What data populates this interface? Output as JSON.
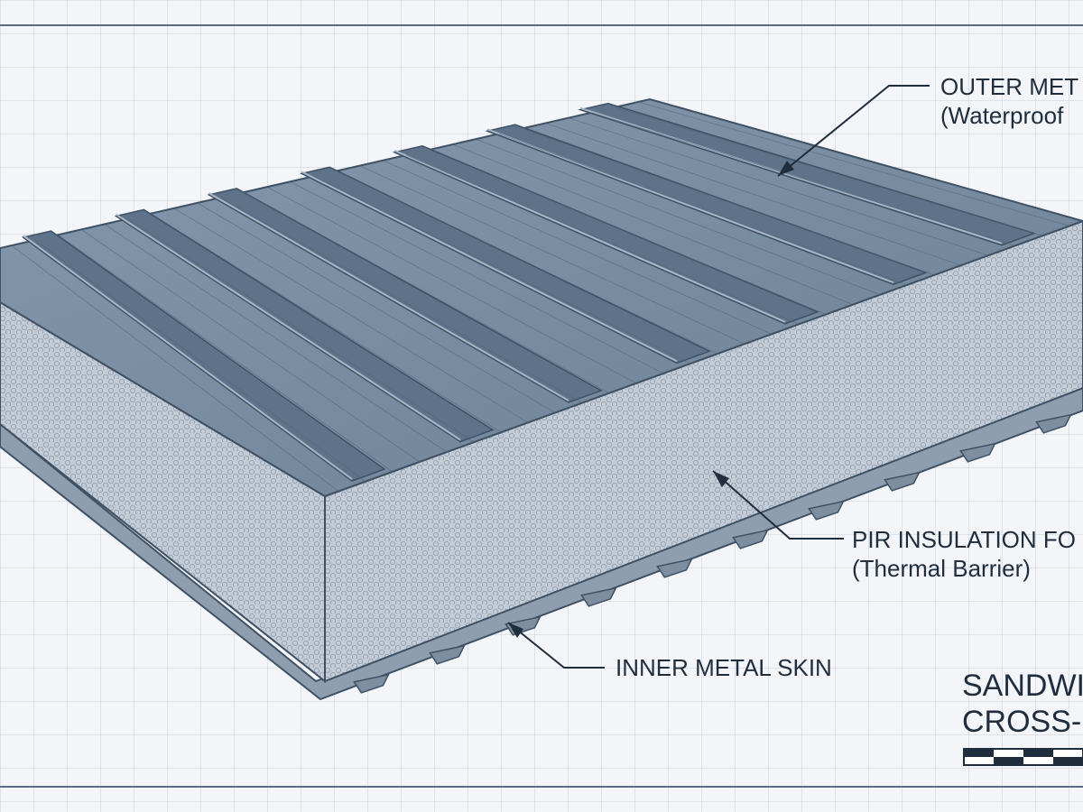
{
  "labels": {
    "outer": {
      "title": "OUTER MET",
      "subtitle": "(Waterproof"
    },
    "core": {
      "title": "PIR INSULATION FO",
      "subtitle": "(Thermal Barrier)"
    },
    "inner": {
      "title": "INNER METAL SKIN"
    }
  },
  "title_block": {
    "line1": "SANDWI",
    "line2": "CROSS-"
  },
  "colors": {
    "background": "#f3f5f8",
    "grid": "#c9d1dc",
    "metal_top": "#7f93a8",
    "metal_dark": "#4e6277",
    "foam": "#c5ced8",
    "ink": "#1f2d3d"
  }
}
